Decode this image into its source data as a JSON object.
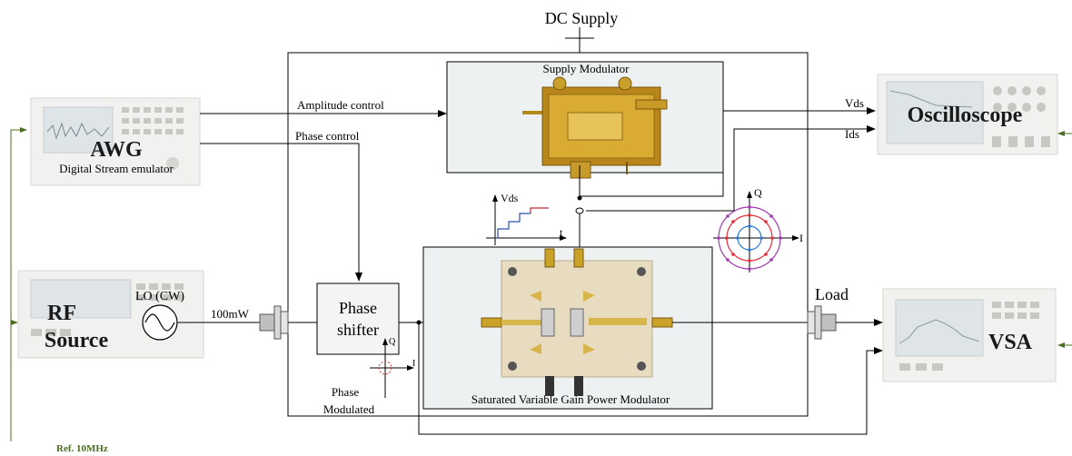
{
  "labels": {
    "dc_supply": "DC Supply",
    "supply_modulator": "Supply Modulator",
    "amplitude_control": "Amplitude control",
    "phase_control": "Phase control",
    "awg_title": "AWG",
    "awg_subtitle": "Digital Stream emulator",
    "vds_out": "Vds",
    "ids_out": "Ids",
    "oscilloscope": "Oscilloscope",
    "rf_source_line1": "RF",
    "rf_source_line2": "Source",
    "lo_cw": "LO (CW)",
    "power_100mw": "100mW",
    "phase_shifter_line1": "Phase",
    "phase_shifter_line2": "shifter",
    "vds_axis": "Vds",
    "t_axis": "t",
    "q_axis_big": "Q",
    "i_axis_big": "I",
    "q_axis_small": "Q",
    "i_axis_small": "I",
    "phase_modulated_line1": "Phase",
    "phase_modulated_line2": "Modulated",
    "pa_label": "Saturated Variable Gain Power Modulator",
    "load": "Load",
    "vsa": "VSA",
    "ref_10mhz": "Ref. 10MHz"
  },
  "colors": {
    "ref_line": "#4b6e1e",
    "constellation_red": "#e0303a",
    "constellation_purple": "#a23bb0",
    "constellation_blue": "#2b7bd6",
    "pcb_gold": "#c9a227"
  },
  "icons": {
    "awg": "awg-instrument-icon",
    "oscilloscope": "oscilloscope-instrument-icon",
    "rf_source": "rf-generator-instrument-icon",
    "vsa": "vector-signal-analyzer-icon",
    "lo": "sine-source-icon",
    "supply_modulator": "supply-modulator-photo-icon",
    "power_amplifier": "pa-board-photo-icon"
  }
}
